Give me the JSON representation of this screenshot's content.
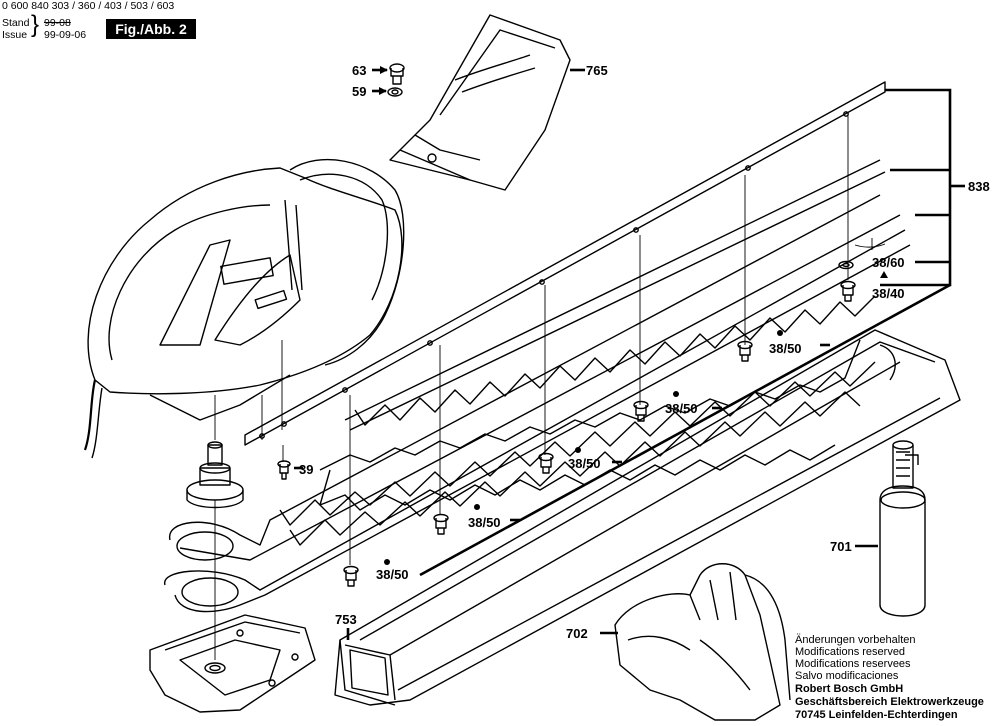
{
  "header": {
    "doc_number": "0 600 840 303 / 360 / 403 / 503 / 603",
    "stand_label": "Stand",
    "issue_label": "Issue",
    "old_date": "99-08",
    "new_date": "99-09-06",
    "figure_label": "Fig./Abb. 2"
  },
  "parts": {
    "p63": "63",
    "p59": "59",
    "p765": "765",
    "p838": "838",
    "p38_60": "38/60",
    "p38_40": "38/40",
    "p38_50": "38/50",
    "p39": "39",
    "p701": "701",
    "p753": "753",
    "p702": "702"
  },
  "notes": {
    "line1": "Änderungen vorbehalten",
    "line2": "Modifications reserved",
    "line3": "Modifications reservees",
    "line4": "Salvo modificaciones",
    "company": "Robert Bosch GmbH",
    "division": "Geschäftsbereich Elektrowerkzeuge",
    "address": "70745 Leinfelden-Echterdingen"
  }
}
